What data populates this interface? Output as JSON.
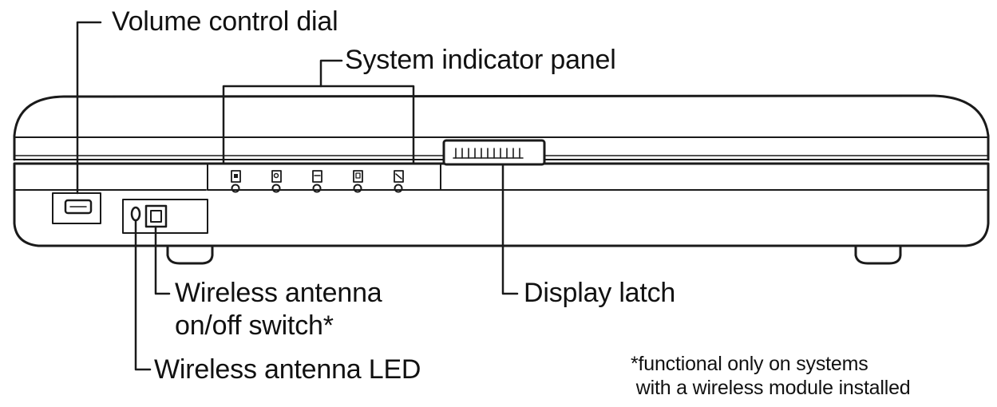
{
  "labels": {
    "volume_control_dial": "Volume control dial",
    "system_indicator_panel": "System indicator panel",
    "wireless_switch_line1": "Wireless antenna",
    "wireless_switch_line2": "on/off switch*",
    "display_latch": "Display latch",
    "wireless_led": "Wireless antenna LED"
  },
  "footnote": {
    "line1": "*functional only on systems",
    "line2": " with a wireless module installed"
  },
  "colors": {
    "stroke": "#1a1a1a",
    "background": "#ffffff",
    "text": "#111111"
  }
}
